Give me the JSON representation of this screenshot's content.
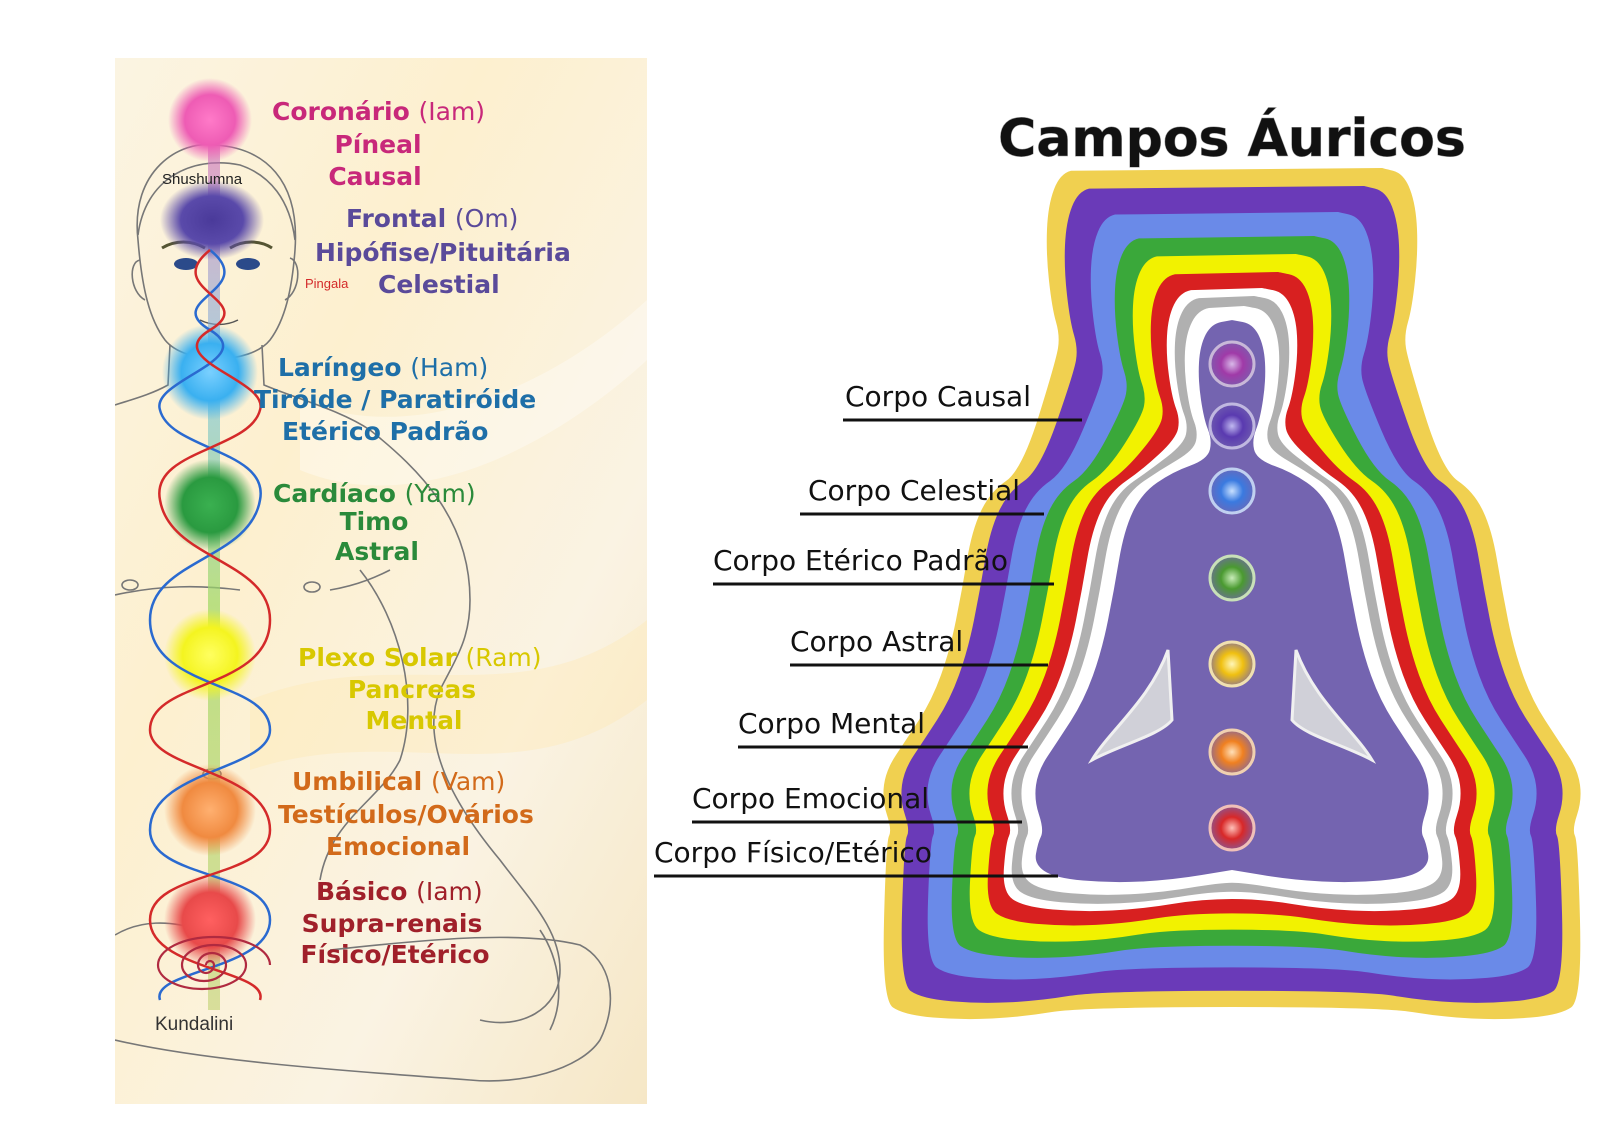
{
  "title": "Campos Áuricos",
  "colors": {
    "coronario": "#c8287a",
    "frontal": "#5a4a9a",
    "laringeo": "#1e6fa8",
    "cardiaco": "#2a8a3a",
    "plexo": "#d8c800",
    "umbilical": "#d26a1a",
    "basico": "#a0202a",
    "aura_gold": "#f0d050",
    "aura_violet": "#6a3ab8",
    "aura_blue": "#6a8ae8",
    "aura_green": "#3aa83a",
    "aura_yellow": "#f2f200",
    "aura_red": "#d82020",
    "aura_silver": "#b0b0b0",
    "body": "#7464b0"
  },
  "chakras": [
    {
      "name": "Coronário",
      "mantra": "(Iam)",
      "gland": "Píneal",
      "body": "Causal"
    },
    {
      "name": "Frontal",
      "mantra": "(Om)",
      "gland": "Hipófise/Pituitária",
      "body": "Celestial"
    },
    {
      "name": "Laríngeo",
      "mantra": "(Ham)",
      "gland": "Tiróide / Paratiróide",
      "body": "Etérico Padrão"
    },
    {
      "name": "Cardíaco",
      "mantra": "(Yam)",
      "gland": "Timo",
      "body": "Astral"
    },
    {
      "name": "Plexo Solar",
      "mantra": "(Ram)",
      "gland": "Pancreas",
      "body": "Mental"
    },
    {
      "name": "Umbilical",
      "mantra": "(Vam)",
      "gland": "Testículos/Ovários",
      "body": "Emocional"
    },
    {
      "name": "Básico",
      "mantra": "(Iam)",
      "gland": "Supra-renais",
      "body": "Físico/Etérico"
    }
  ],
  "channels": {
    "shushumna": "Shushumna",
    "pingala": "Pingala",
    "kundalini": "Kundalini"
  },
  "aura_bodies": [
    "Corpo Causal",
    "Corpo Celestial",
    "Corpo Etérico Padrão",
    "Corpo Astral",
    "Corpo Mental",
    "Corpo Emocional",
    "Corpo Físico/Etérico"
  ]
}
